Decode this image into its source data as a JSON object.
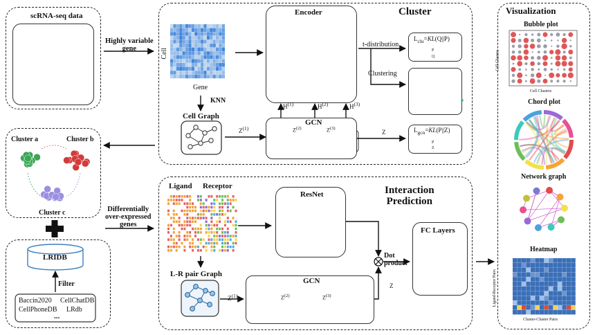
{
  "scrna": {
    "title": "scRNA-seq data"
  },
  "step1": {
    "label": "Highly variable\ngene"
  },
  "cluster": {
    "title": "Cluster",
    "cell_axis": "Cell",
    "gene_axis": "Gene",
    "knn": "KNN",
    "cell_graph": "Cell Graph",
    "encoder": "Encoder",
    "gcn": "GCN",
    "t_dist": "t-distribution",
    "clustering": "Clustering",
    "loss_clu": "L<sub>clu</sub>=<i>KL</i>(Q||P)",
    "loss_gcn": "L<sub>gcn</sub>=<i>KL</i>(P||Z)",
    "h1": "H<sup>(1)</sup>",
    "h2": "H<sup>(2)</sup>",
    "h3": "H<sup>(3)</sup>",
    "z1": "Z<sup>(1)</sup>",
    "z2": "Z<sup>(2)</sup>",
    "z3": "Z<sup>(3)</sup>",
    "z": "Z",
    "p": "P",
    "q": "Q"
  },
  "clusters": {
    "a": "Cluster a",
    "b": "Cluster b",
    "c": "Cluster c"
  },
  "lridb": {
    "title": "LRIDB",
    "filter": "Filter",
    "sources": [
      "Baccin2020",
      "CellChatDB",
      "CellPhoneDB",
      "LRdb"
    ],
    "ellipsis": "..."
  },
  "step2": {
    "label": "Differentially\nover-expressed\ngenes"
  },
  "interaction": {
    "title": "Interaction\nPrediction",
    "ligand": "Ligand",
    "receptor": "Receptor",
    "resnet": "ResNet",
    "lr_graph": "L-R pair Graph",
    "gcn": "GCN",
    "dot_product": "Dot\nproduct",
    "fc": "FC Layers",
    "z1": "Z<sup>(1)</sup>",
    "z2": "Z<sup>(2)</sup>",
    "z3": "Z<sup>(3)</sup>",
    "z": "Z"
  },
  "viz": {
    "title": "Visualization",
    "bubble": "Bubble plot",
    "bubble_y": "Cell Clusters",
    "bubble_x": "Cell Clusters",
    "chord": "Chord plot",
    "network": "Network graph",
    "heatmap": "Heatmap",
    "heat_y": "Ligand-Receptor Pairs",
    "heat_x": "Cluster-Cluster Pairs"
  },
  "colors": {
    "encoder_blue": "#2c8fd6",
    "resnet_orange": "#f08a3c",
    "fc_blue": "#1f8fd8",
    "heat_blue": "#3b6fb8"
  }
}
